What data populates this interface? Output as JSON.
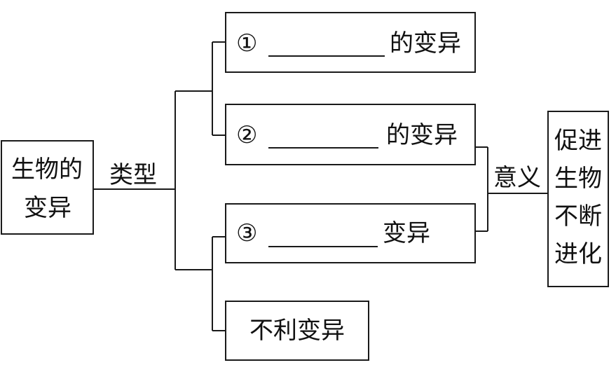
{
  "root": {
    "line1": "生物的",
    "line2": "变异"
  },
  "type_label": "类型",
  "meaning_label": "意义",
  "branches": [
    {
      "marker": "①",
      "suffix": "的变异"
    },
    {
      "marker": "②",
      "suffix": "的变异"
    },
    {
      "marker": "③",
      "suffix": "变异"
    },
    {
      "text": "不利变异"
    }
  ],
  "result": [
    "促进",
    "生物",
    "不断",
    "进化"
  ],
  "colors": {
    "stroke": "#1a1a1a",
    "text": "#111111",
    "background": "#ffffff"
  }
}
